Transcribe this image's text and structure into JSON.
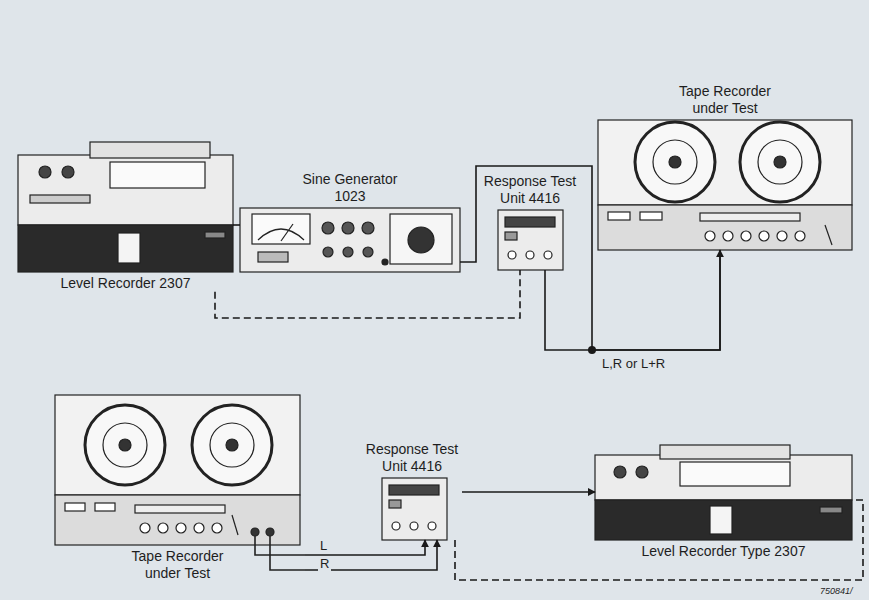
{
  "diagram": {
    "nodes": [
      {
        "text": [
          "Level Recorder 2307"
        ]
      },
      {
        "text": [
          "Sine Generator 1023"
        ]
      },
      {
        "text": [
          "Response Test Unit 4416"
        ]
      },
      {
        "text": [
          "Tape Recorder under Test"
        ]
      },
      {
        "text": [
          "Tape Recorder under Test"
        ]
      },
      {
        "text": [
          "Response Test Unit 4416"
        ]
      },
      {
        "text": [
          "Level Recorder Type 2307"
        ]
      }
    ],
    "edges": [
      {
        "from": 0,
        "to": 1,
        "arrow": "none"
      },
      {
        "from": 1,
        "to": 3,
        "arrow": "to"
      },
      {
        "from": 2,
        "to": 3,
        "arrow": "none"
      },
      {
        "from": 0,
        "to": 2,
        "arrow": "none"
      },
      {
        "from": 4,
        "to": 5,
        "label": "L",
        "arrow": "to"
      },
      {
        "from": 4,
        "to": 5,
        "label": "R",
        "arrow": "to"
      },
      {
        "from": 5,
        "to": 6,
        "arrow": "to"
      },
      {
        "from": 5,
        "to": 6,
        "arrow": "none"
      }
    ],
    "labels": [
      "L,R or L+R",
      "750841/"
    ]
  }
}
